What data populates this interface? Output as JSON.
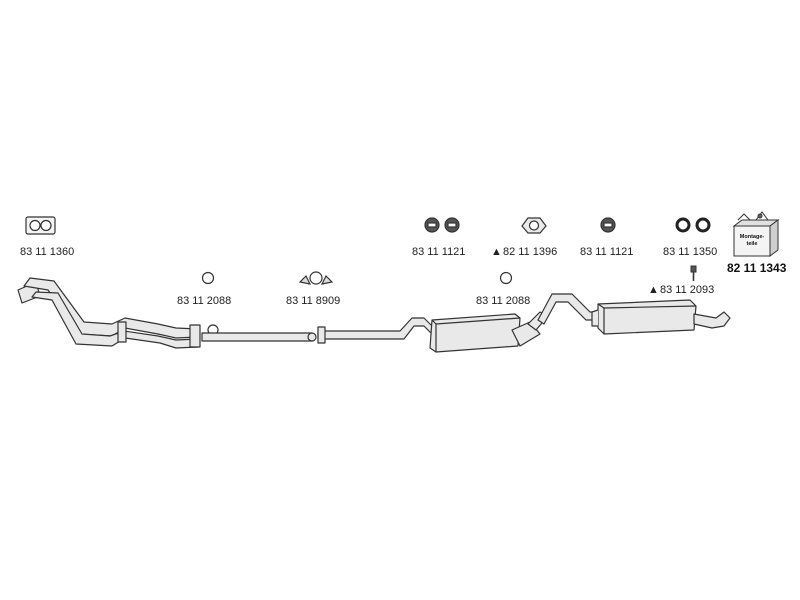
{
  "parts": [
    {
      "id": "gasket",
      "part_number": "83 11 1360",
      "icon": "gasket-icon"
    },
    {
      "id": "ring-1",
      "part_number": "83 11 2088",
      "icon": "ring-icon"
    },
    {
      "id": "clamp",
      "part_number": "83 11 8909",
      "icon": "clamp-icon"
    },
    {
      "id": "hanger-pair-1",
      "part_number": "83 11 1121",
      "icon": "rubber-hanger-icon"
    },
    {
      "id": "flange-gasket",
      "part_number": "82 11 1396",
      "icon": "flange-gasket-icon",
      "marker": "▲"
    },
    {
      "id": "ring-2",
      "part_number": "83 11 2088",
      "icon": "ring-icon"
    },
    {
      "id": "hanger-pair-2",
      "part_number": "83 11 1121",
      "icon": "rubber-hanger-icon"
    },
    {
      "id": "o-ring-pair",
      "part_number": "83 11 1350",
      "icon": "o-ring-icon"
    },
    {
      "id": "bolt",
      "part_number": "83 11 2093",
      "icon": "bolt-icon",
      "marker": "▲"
    },
    {
      "id": "mounting-kit",
      "part_number": "82 11 1343",
      "icon": "mounting-kit-icon",
      "box_text": [
        "Montage-",
        "teile"
      ]
    }
  ],
  "colors": {
    "line": "#333333",
    "fill": "#e9e9e9",
    "dark": "#555555"
  }
}
